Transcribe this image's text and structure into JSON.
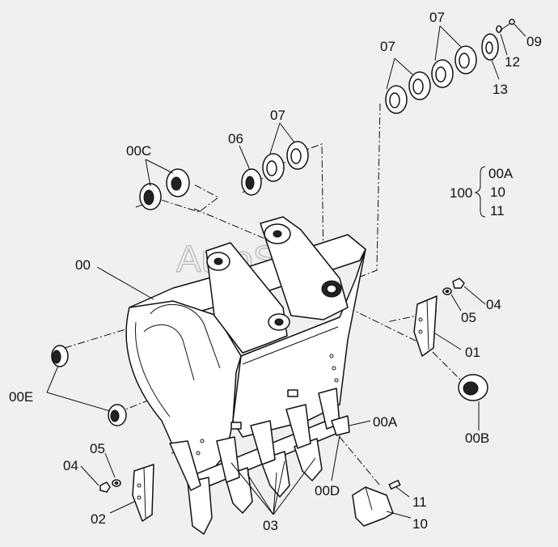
{
  "watermark": "AutoSoft",
  "callouts": [
    {
      "id": "c07a",
      "text": "07"
    },
    {
      "id": "c07b",
      "text": "07"
    },
    {
      "id": "c07c",
      "text": "07"
    },
    {
      "id": "c09",
      "text": "09"
    },
    {
      "id": "c12",
      "text": "12"
    },
    {
      "id": "c13",
      "text": "13"
    },
    {
      "id": "c00C",
      "text": "00C"
    },
    {
      "id": "c06",
      "text": "06"
    },
    {
      "id": "c00",
      "text": "00"
    },
    {
      "id": "c04a",
      "text": "04"
    },
    {
      "id": "c05a",
      "text": "05"
    },
    {
      "id": "c01",
      "text": "01"
    },
    {
      "id": "c00B",
      "text": "00B"
    },
    {
      "id": "c00E",
      "text": "00E"
    },
    {
      "id": "c00A",
      "text": "00A"
    },
    {
      "id": "c05b",
      "text": "05"
    },
    {
      "id": "c04b",
      "text": "04"
    },
    {
      "id": "c02",
      "text": "02"
    },
    {
      "id": "c00D",
      "text": "00D"
    },
    {
      "id": "c11",
      "text": "11"
    },
    {
      "id": "c03",
      "text": "03"
    },
    {
      "id": "c10",
      "text": "10"
    }
  ],
  "kit": {
    "label": "100",
    "members": [
      "00A",
      "10",
      "11"
    ]
  }
}
